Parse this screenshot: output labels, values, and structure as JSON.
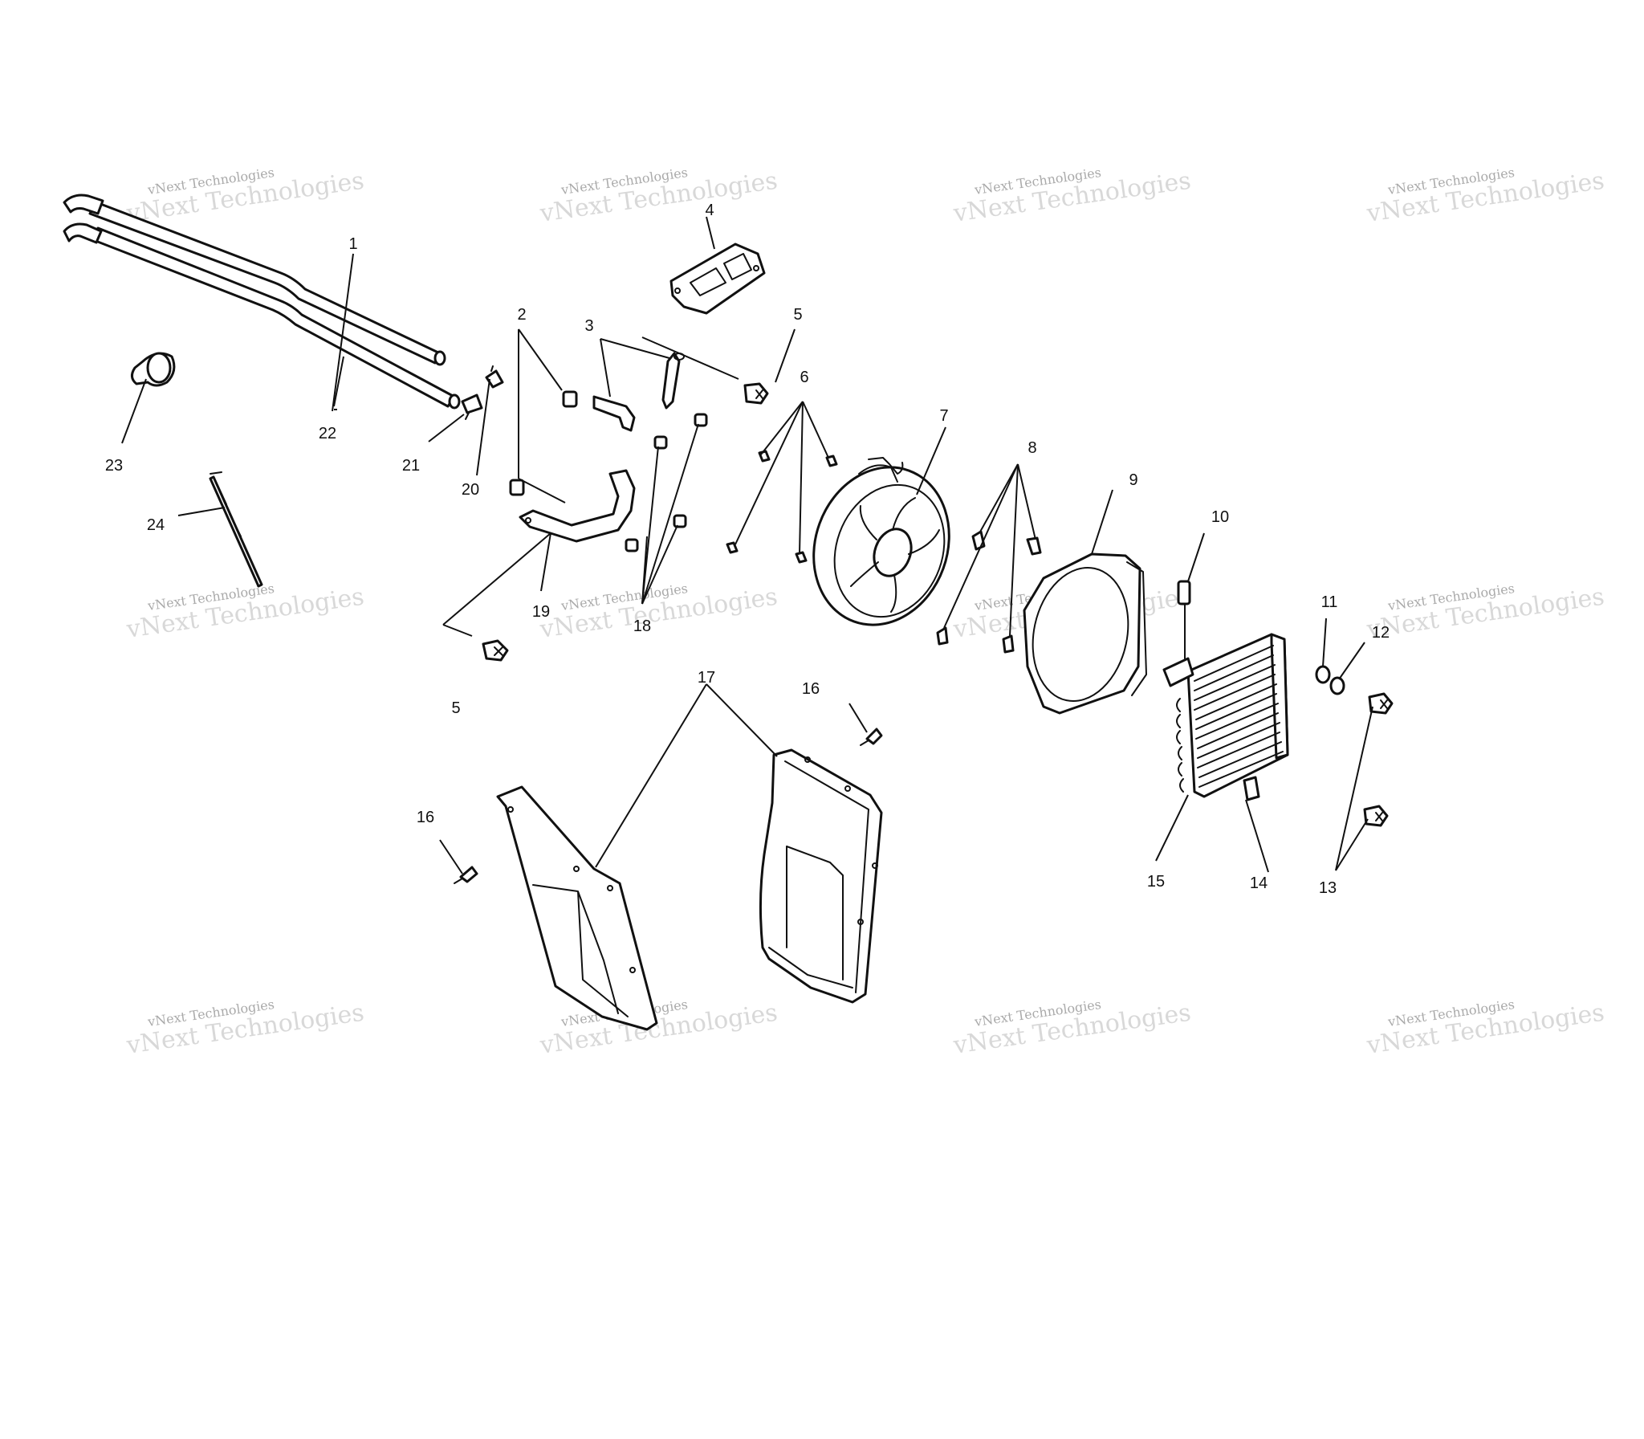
{
  "labels": {
    "p1": "1",
    "p2": "2",
    "p3": "3",
    "p4": "4",
    "p5": "5",
    "p6": "6",
    "p7": "7",
    "p8": "8",
    "p9": "9",
    "p10": "10",
    "p11": "11",
    "p12": "12",
    "p13": "13",
    "p14": "14",
    "p15": "15",
    "p16": "16",
    "p17": "17",
    "p18": "18",
    "p19": "19",
    "p20": "20",
    "p21": "21",
    "p22": "22",
    "p23": "23",
    "p24": "24"
  },
  "watermark": {
    "line1": "vNext Technologies",
    "line2": "vNext Technologies"
  },
  "colors": {
    "ink": "#111111",
    "background": "#ffffff",
    "watermark": "#bbbbbb"
  }
}
